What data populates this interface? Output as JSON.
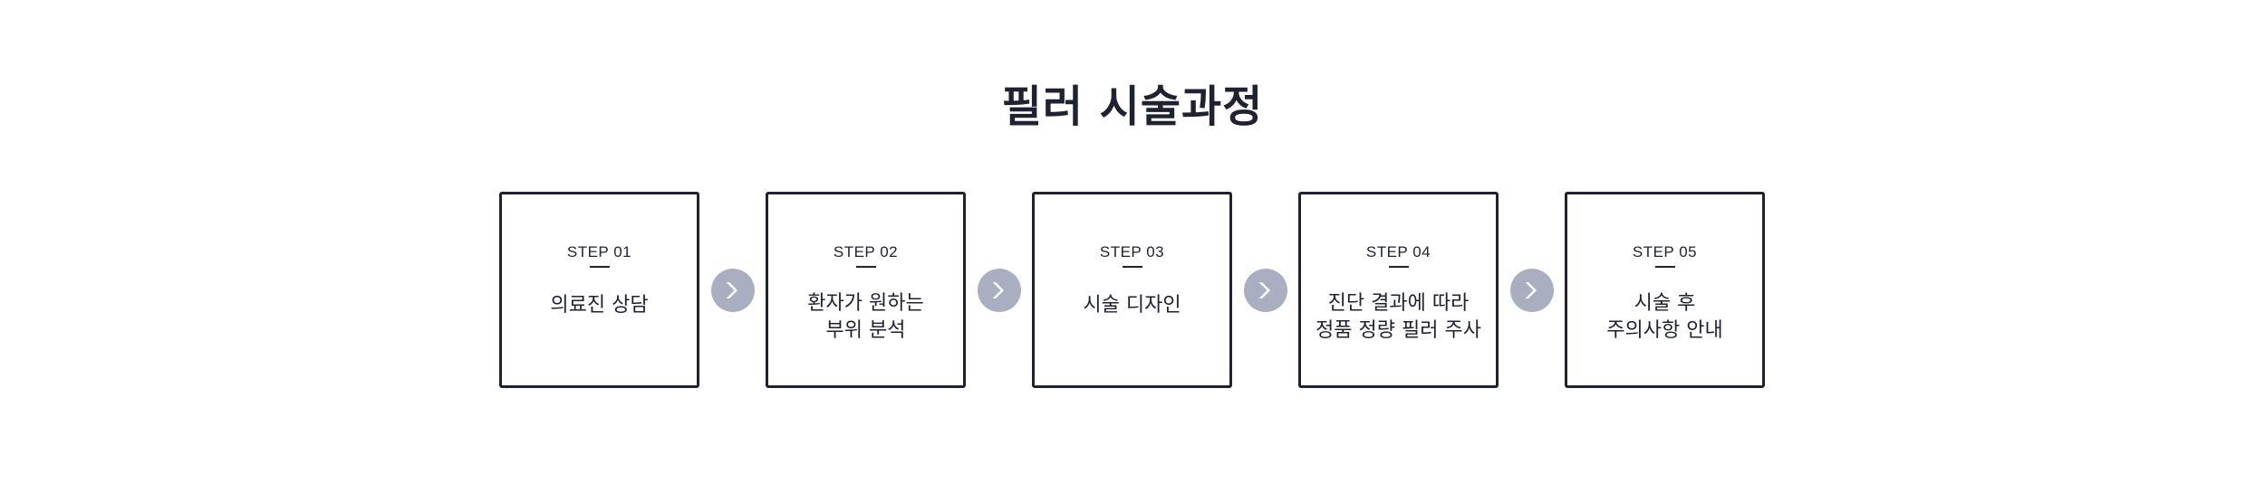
{
  "page": {
    "title": "필러 시술과정"
  },
  "steps": [
    {
      "label": "STEP 01",
      "lines": [
        "의료진 상담"
      ]
    },
    {
      "label": "STEP 02",
      "lines": [
        "환자가 원하는",
        "부위 분석"
      ]
    },
    {
      "label": "STEP 03",
      "lines": [
        "시술 디자인"
      ]
    },
    {
      "label": "STEP 04",
      "lines": [
        "진단 결과에 따라",
        "정품 정량 필러 주사"
      ]
    },
    {
      "label": "STEP 05",
      "lines": [
        "시술 후",
        "주의사항 안내"
      ]
    }
  ],
  "colors": {
    "text": "#1f2230",
    "border": "#1f2230",
    "arrow_bg": "#a9afc0",
    "arrow_fg": "#ffffff"
  },
  "icons": {
    "arrow": "chevron-right-icon"
  }
}
